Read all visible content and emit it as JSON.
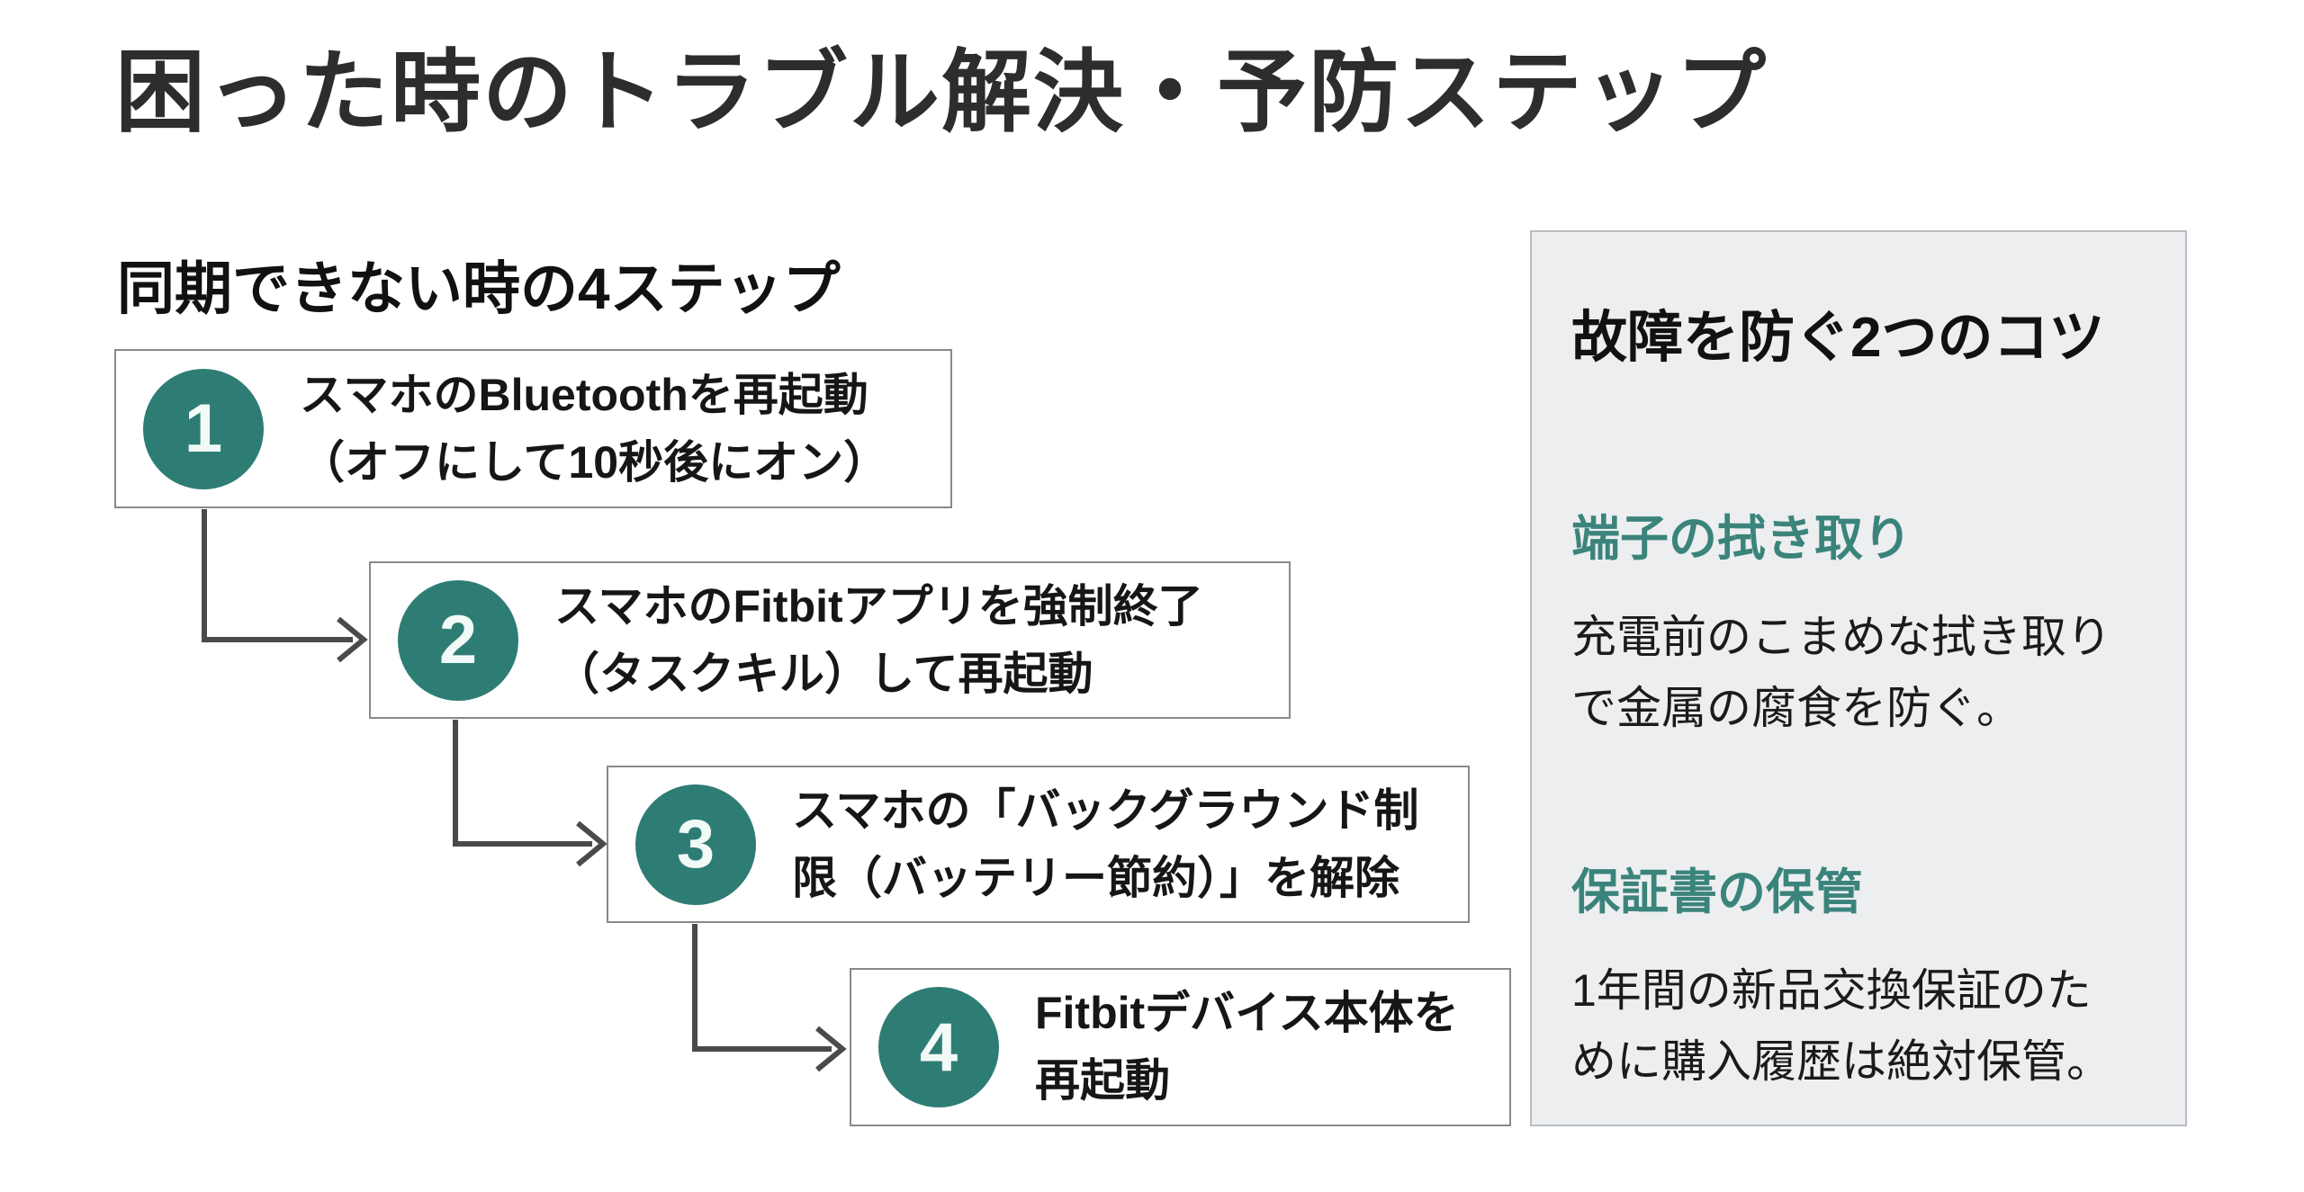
{
  "title": "困った時のトラブル解決・予防ステップ",
  "flow": {
    "heading": "同期できない時の4ステップ",
    "steps": [
      {
        "number": "1",
        "text": "スマホのBluetoothを再起動\n（オフにして10秒後にオン）"
      },
      {
        "number": "2",
        "text": "スマホのFitbitアプリを強制終了\n（タスクキル）して再起動"
      },
      {
        "number": "3",
        "text": "スマホの「バックグラウンド制\n限（バッテリー節約）」を解除"
      },
      {
        "number": "4",
        "text": "Fitbitデバイス本体を\n再起動"
      }
    ]
  },
  "tips_panel": {
    "heading": "故障を防ぐ2つのコツ",
    "tips": [
      {
        "title": "端子の拭き取り",
        "body": "充電前のこまめな拭き取り\nで金属の腐食を防ぐ。"
      },
      {
        "title": "保証書の保管",
        "body": "1年間の新品交換保証のた\nめに購入履歴は絶対保管。"
      }
    ]
  },
  "colors": {
    "accent_teal": "#2E7D74",
    "tip_title_teal": "#3B847B",
    "panel_bg": "#EDEEF0",
    "panel_border": "#B8BDC3",
    "box_border": "#898989",
    "connector": "#4A4A4A",
    "text_dark": "#1C1C1C",
    "title_color": "#2D2D2D",
    "number_color": "#F2FAF8"
  }
}
